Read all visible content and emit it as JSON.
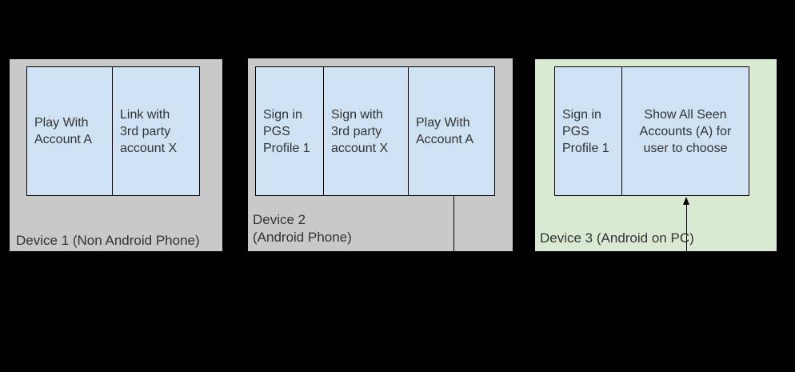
{
  "colors": {
    "background": "#000000",
    "device_gray": "#c9c9c9",
    "device_green": "#d9ead3",
    "step_blue": "#cfe2f3",
    "line": "#000000",
    "text": "#333333"
  },
  "devices": [
    {
      "label": "Device 1 (Non Android Phone)",
      "steps": [
        "Play With\nAccount A",
        "Link with\n3rd party\naccount X"
      ]
    },
    {
      "label": "Device 2\n(Android Phone)",
      "steps": [
        "Sign in\nPGS\nProfile 1",
        "Sign with\n3rd party\naccount X",
        "Play With\nAccount A"
      ]
    },
    {
      "label": "Device 3 (Android on PC)",
      "steps": [
        "Sign in\nPGS\nProfile 1",
        "Show All Seen\nAccounts (A) for\nuser to choose"
      ]
    }
  ],
  "connectors": [
    {
      "type": "line-down",
      "from": "Play With Account A (Device 2)"
    },
    {
      "type": "arrow-up",
      "to": "Show All Seen Accounts (A) for user to choose (Device 3)"
    }
  ]
}
